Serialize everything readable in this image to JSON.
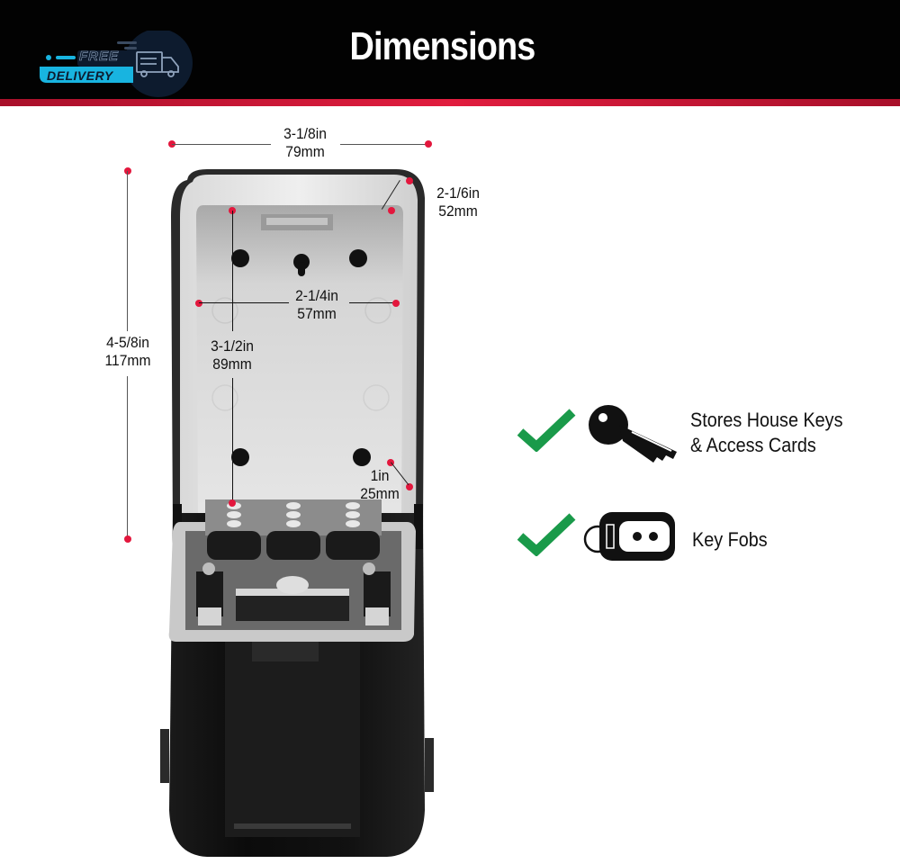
{
  "header": {
    "title": "Dimensions",
    "badge": {
      "line1": "FREE",
      "line2": "DELIVERY",
      "icon": "delivery-truck-icon"
    },
    "colors": {
      "background": "#020202",
      "accent_band": "#e11d3f",
      "badge_cyan": "#18b4e0",
      "badge_navy": "#0d1b2e"
    }
  },
  "dimensions": {
    "width_outer": {
      "inches": "3-1/8in",
      "mm": "79mm"
    },
    "depth": {
      "inches": "2-1/6in",
      "mm": "52mm"
    },
    "height_outer": {
      "inches": "4-5/8in",
      "mm": "117mm"
    },
    "width_inner": {
      "inches": "2-1/4in",
      "mm": "57mm"
    },
    "height_inner": {
      "inches": "3-1/2in",
      "mm": "89mm"
    },
    "depth_inner": {
      "inches": "1in",
      "mm": "25mm"
    }
  },
  "features": [
    {
      "icon": "key-icon",
      "check_icon": "checkmark-icon",
      "line1": "Stores House Keys",
      "line2": "& Access Cards"
    },
    {
      "icon": "key-fob-icon",
      "check_icon": "checkmark-icon",
      "line1": "Key Fobs"
    }
  ],
  "colors": {
    "marker_red": "#e3173d",
    "check_green": "#1a9a4a"
  }
}
